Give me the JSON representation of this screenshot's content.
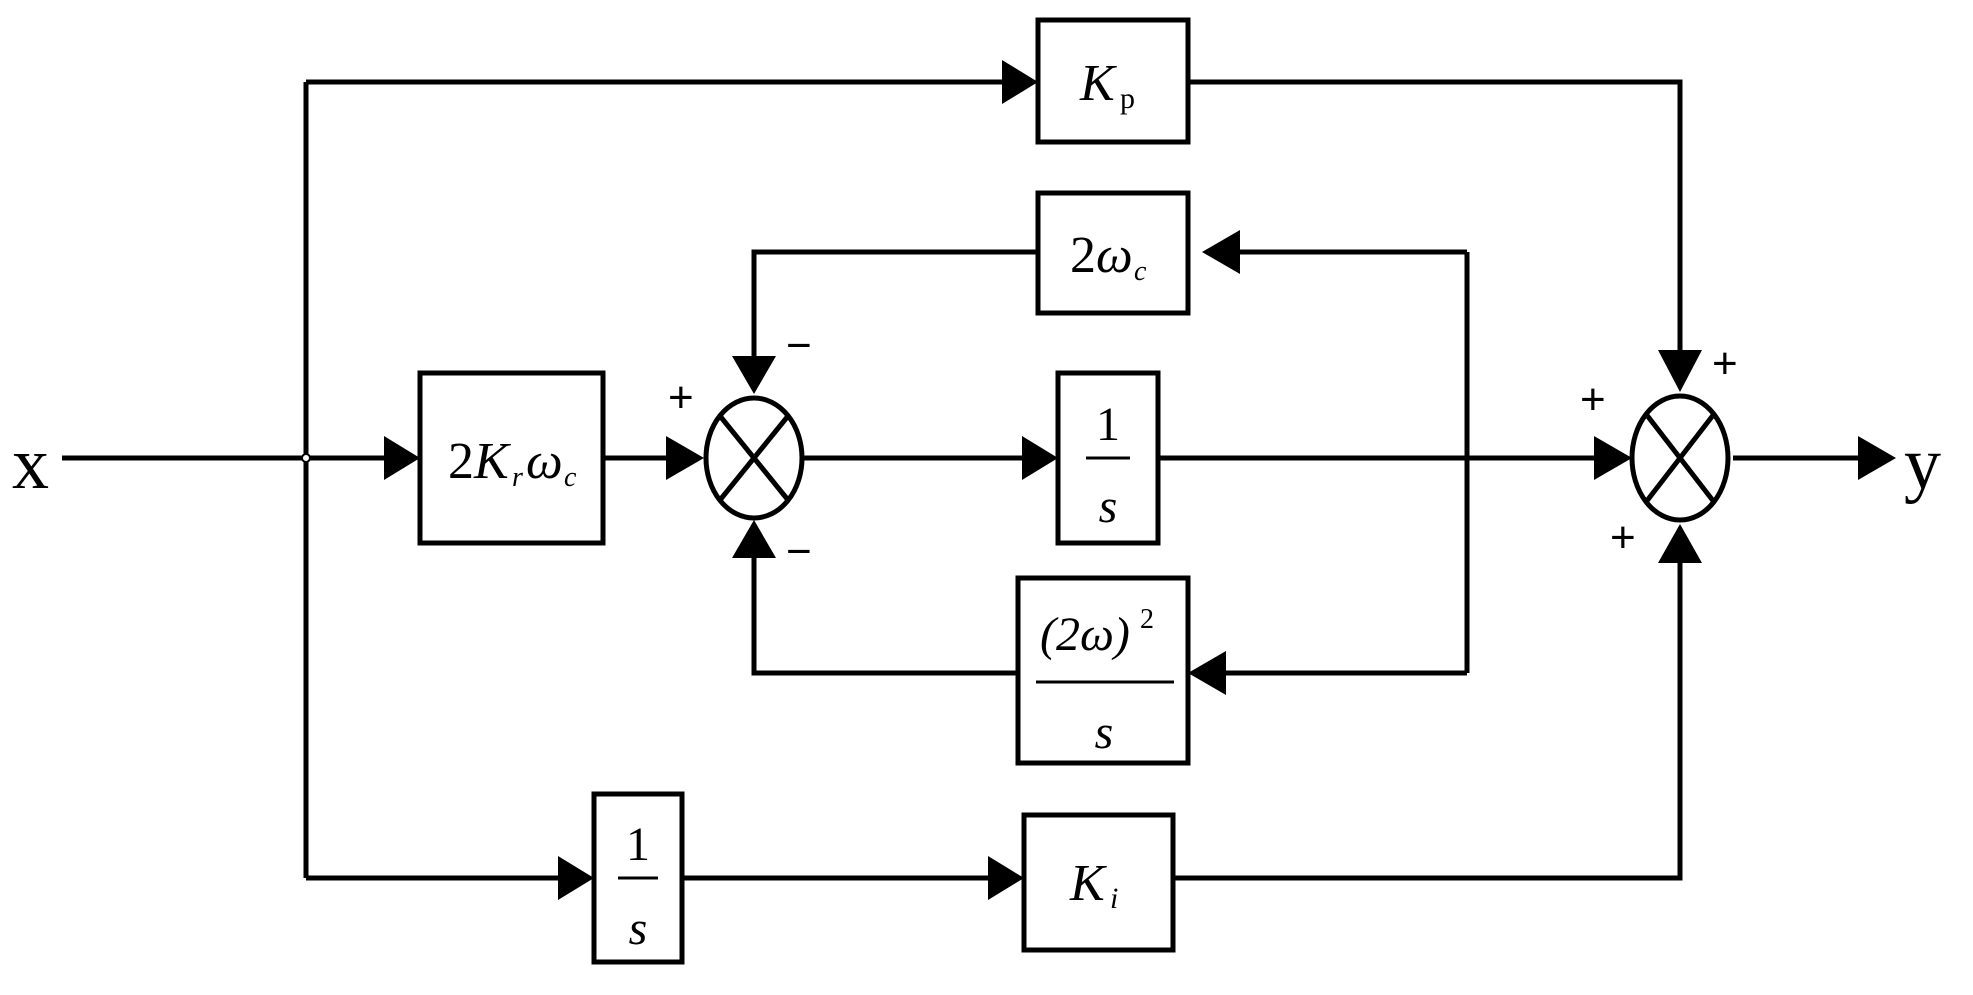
{
  "io": {
    "input": "x",
    "output": "y"
  },
  "blocks": {
    "kp": {
      "symbol": "K",
      "sub": "p"
    },
    "two_wc": {
      "coef": "2",
      "symbol": "ω",
      "sub": "c"
    },
    "gain_in": {
      "coef": "2",
      "symbol": "K",
      "sub": "r",
      "symbol2": "ω",
      "sub2": "c"
    },
    "integrator_mid": {
      "num": "1",
      "den": "s"
    },
    "omega_sq": {
      "num": "(2ω)",
      "exp": "2",
      "den": "s"
    },
    "integrator_bottom": {
      "num": "1",
      "den": "s"
    },
    "ki": {
      "symbol": "K",
      "sub": "i"
    }
  },
  "signs": {
    "sum1_left": "+",
    "sum1_top": "−",
    "sum1_bottom": "−",
    "sum2_left": "+",
    "sum2_top": "+",
    "sum2_bottom": "+"
  }
}
